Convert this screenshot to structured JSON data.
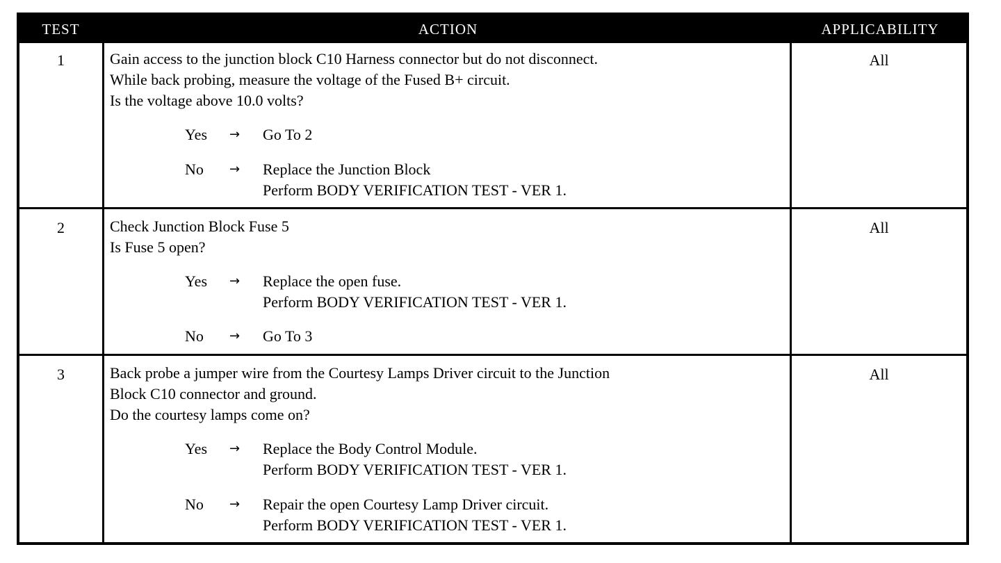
{
  "header": {
    "test": "TEST",
    "action": "ACTION",
    "applicability": "APPLICABILITY"
  },
  "rows": [
    {
      "test": "1",
      "applicability": "All",
      "action_lines": [
        "Gain access to the junction block C10 Harness connector but do not disconnect.",
        "While back probing, measure the voltage of the Fused B+ circuit.",
        "Is the voltage above 10.0 volts?"
      ],
      "yes_label": "Yes",
      "yes_lines": [
        "Go To   2"
      ],
      "no_label": "No",
      "no_lines": [
        "Replace the Junction Block",
        "Perform BODY VERIFICATION TEST - VER 1."
      ]
    },
    {
      "test": "2",
      "applicability": "All",
      "action_lines": [
        "Check Junction Block Fuse 5",
        "Is Fuse 5 open?"
      ],
      "yes_label": "Yes",
      "yes_lines": [
        "Replace the open fuse.",
        "Perform BODY VERIFICATION TEST - VER 1."
      ],
      "no_label": "No",
      "no_lines": [
        "Go To   3"
      ]
    },
    {
      "test": "3",
      "applicability": "All",
      "action_lines": [
        "Back probe a jumper wire from the Courtesy Lamps Driver circuit to the Junction",
        "Block C10 connector and ground.",
        "Do the courtesy lamps come on?"
      ],
      "yes_label": "Yes",
      "yes_lines": [
        "Replace the Body Control Module.",
        "Perform BODY VERIFICATION TEST - VER 1."
      ],
      "no_label": "No",
      "no_lines": [
        "Repair the open Courtesy Lamp Driver circuit.",
        "Perform BODY VERIFICATION TEST - VER 1."
      ]
    }
  ],
  "arrow_glyph": "→"
}
